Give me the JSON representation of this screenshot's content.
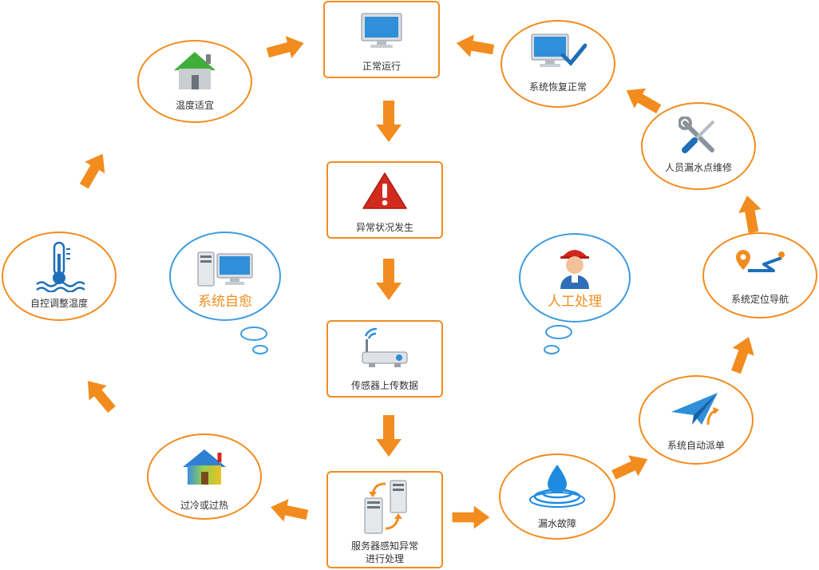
{
  "flow": {
    "normal": "正常运行",
    "abnormal": "异常状况发生",
    "sensor_upload": "传感器上传数据",
    "server_line1": "服务器感知异常",
    "server_line2": "进行处理"
  },
  "self_heal_branch": {
    "bubble": "系统自愈",
    "overheat": "过冷或过热",
    "auto_adjust": "自控调整温度",
    "temp_ok": "温度适宜"
  },
  "manual_branch": {
    "bubble": "人工处理",
    "leak": "漏水故障",
    "dispatch": "系统自动派单",
    "locate": "系统定位导航",
    "repair": "人员漏水点维修",
    "recover": "系统恢复正常"
  },
  "colors": {
    "accent": "#f28c1e",
    "bubble": "#3d9be0"
  }
}
